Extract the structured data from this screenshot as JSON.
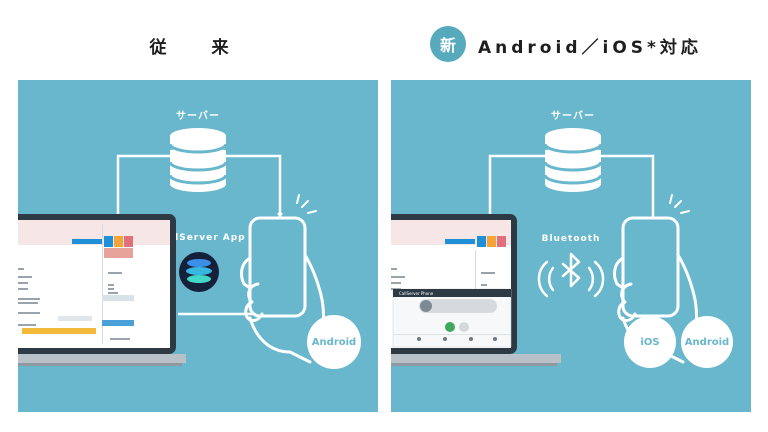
{
  "left": {
    "title": "従　来",
    "server_label": "サーバー",
    "app_label": "CallServer App",
    "devices": [
      "Android"
    ]
  },
  "right": {
    "badge": "新",
    "title": "Android／iOS*対応",
    "server_label": "サーバー",
    "connection_label": "Bluetooth",
    "devices": [
      "iOS",
      "Android"
    ],
    "popup_label": "CallServer Phone"
  },
  "colors": {
    "panel_bg": "#68b7cc",
    "badge_bg": "#56aabb",
    "white": "#ffffff",
    "laptop_frame": "#2d3a44",
    "app_icon_bg": "#15203a"
  },
  "icons": [
    "database-icon",
    "phone-in-hand-icon",
    "laptop-icon",
    "bluetooth-icon",
    "callserver-app-icon"
  ]
}
